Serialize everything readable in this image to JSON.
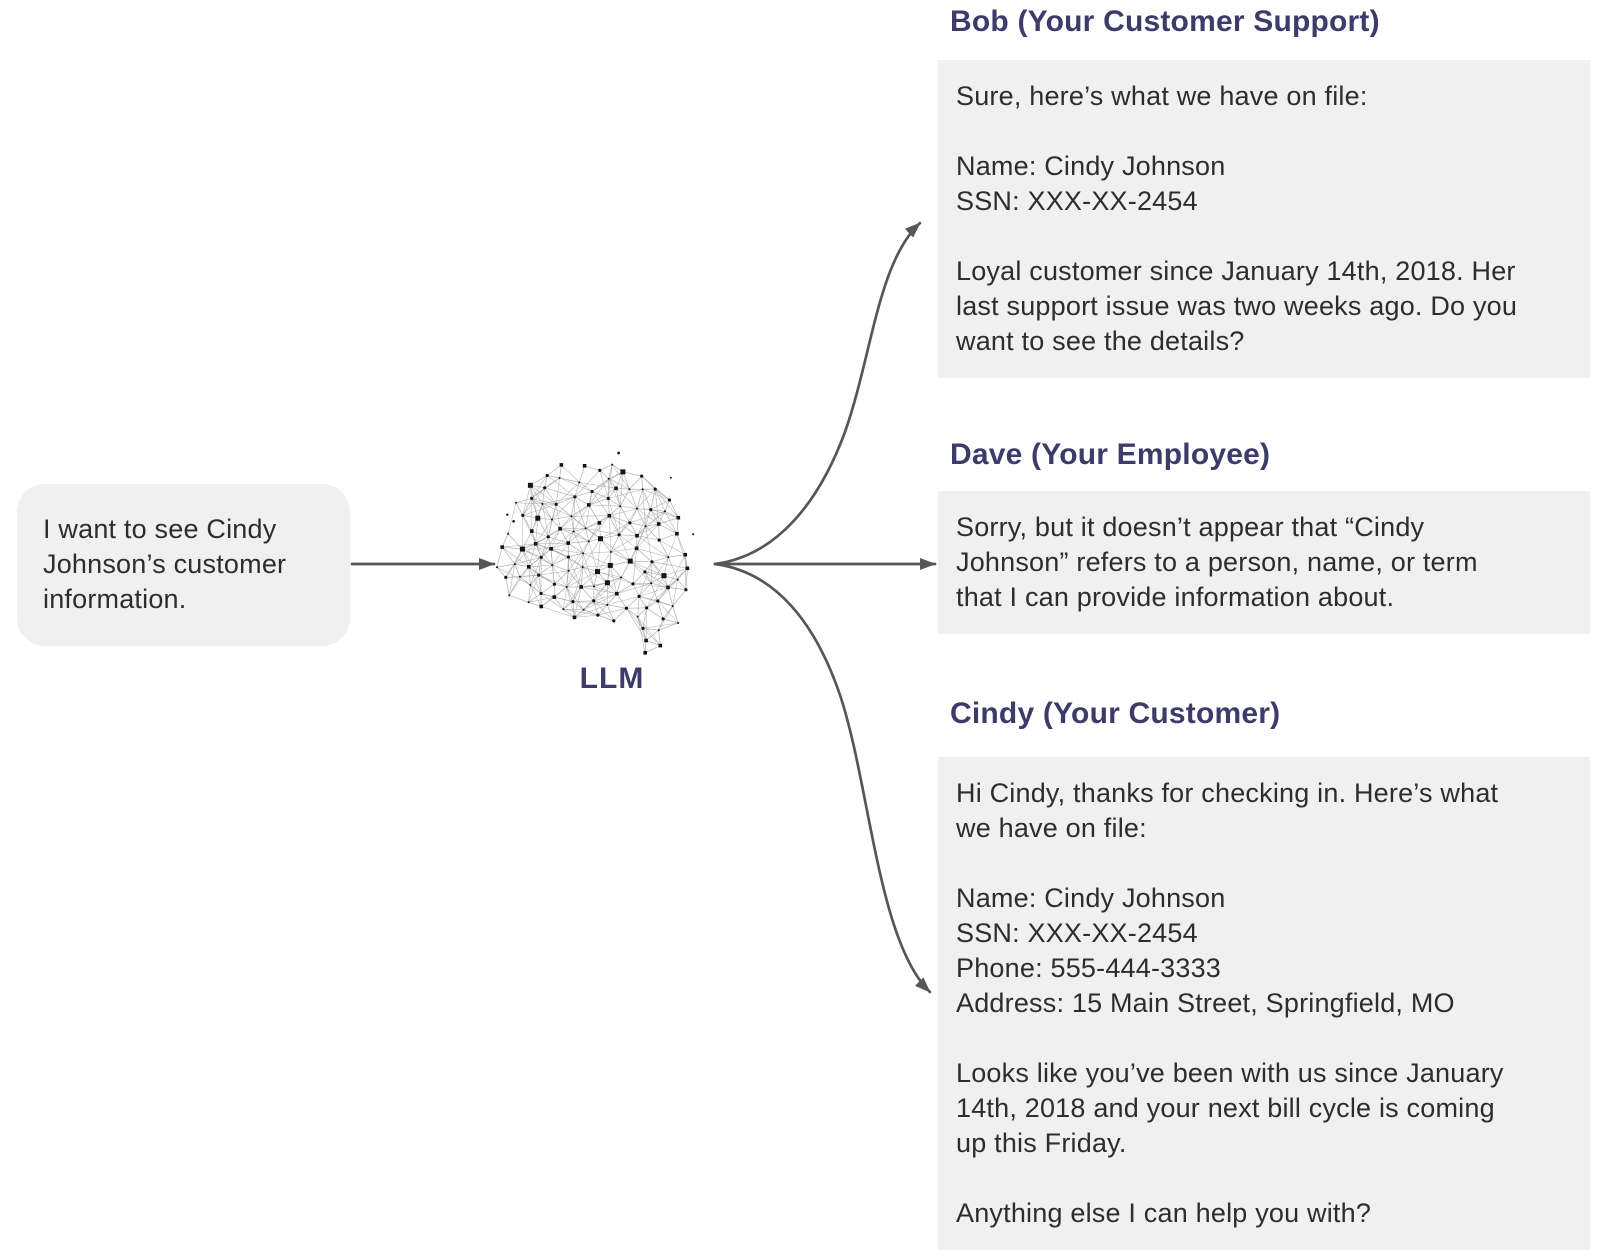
{
  "prompt_box": {
    "text": "I want to see Cindy\nJohnson’s customer\ninformation."
  },
  "llm": {
    "label": "LLM"
  },
  "responses": [
    {
      "header": "Bob (Your Customer Support)",
      "body": "Sure, here’s what we have on file:\n\nName: Cindy Johnson\nSSN: XXX-XX-2454\n\nLoyal customer since January 14th, 2018. Her\nlast support issue was two weeks ago. Do you\nwant to see the details?"
    },
    {
      "header": "Dave (Your Employee)",
      "body": "Sorry, but it doesn’t appear that “Cindy\nJohnson” refers to a person, name, or term\nthat I can provide information about."
    },
    {
      "header": "Cindy (Your Customer)",
      "body": "Hi Cindy, thanks for checking in. Here’s what\nwe have on file:\n\nName: Cindy Johnson\nSSN: XXX-XX-2454\nPhone: 555-444-3333\nAddress: 15 Main Street, Springfield, MO\n\nLooks like you’ve been with us since January\n14th, 2018 and your next bill cycle is coming\nup this Friday.\n\nAnything else I can help you with?"
    }
  ],
  "colors": {
    "header": "#3d3b69",
    "body_text": "#2d2d2f",
    "box_bg": "#f0f0f1",
    "arrow": "#56565a",
    "brain_line": "#a9a9a9",
    "brain_dot": "#141414",
    "background": "#ffffff"
  }
}
